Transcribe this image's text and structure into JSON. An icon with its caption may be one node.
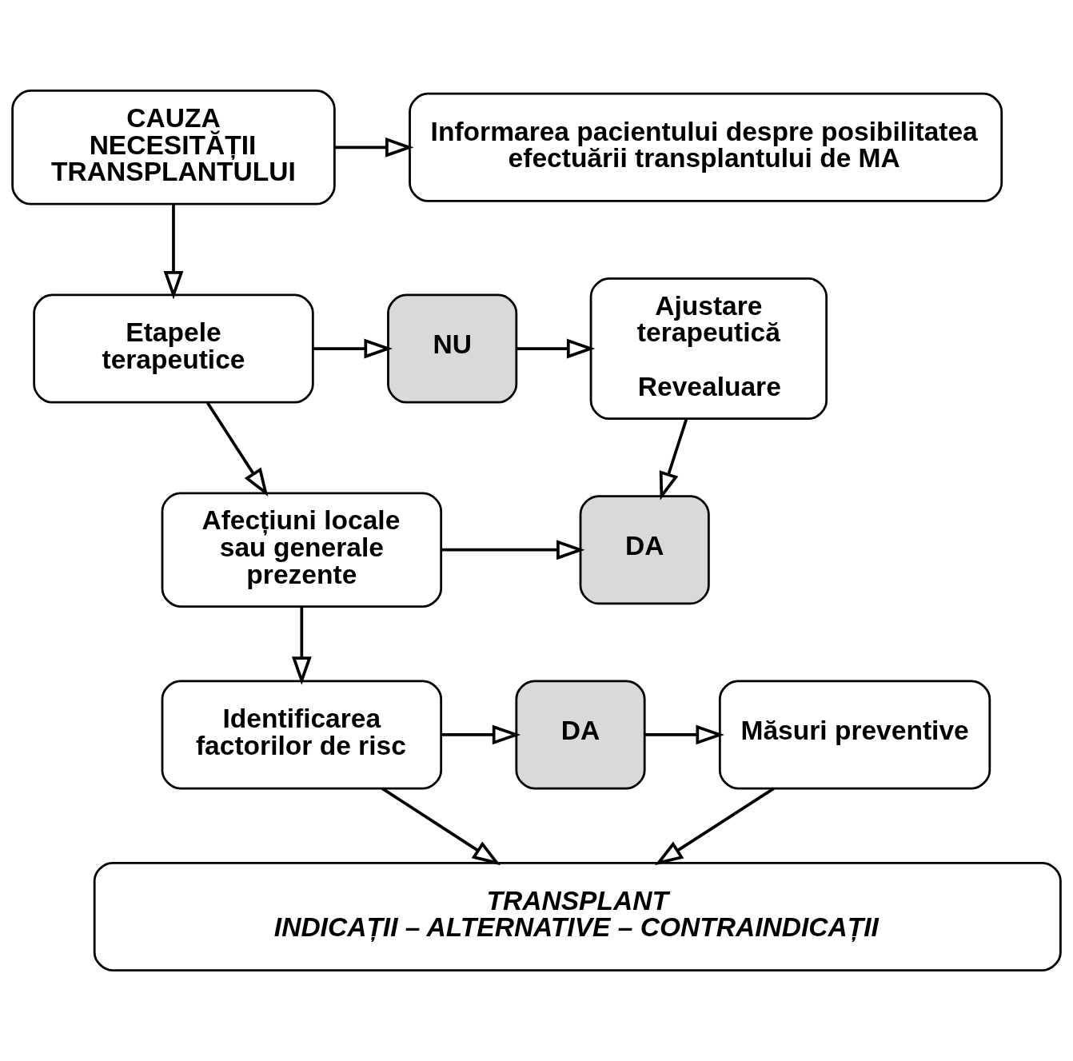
{
  "diagram": {
    "nodes": [
      {
        "text": [
          "CAUZA NECESITĂȚII TRANSPLANTULUI"
        ]
      },
      {
        "text": [
          "Informarea pacientului despre posibilitatea efectuării transplantului de MA"
        ]
      },
      {
        "text": [
          "Etapele terapeutice"
        ]
      },
      {
        "text": [
          "NU"
        ]
      },
      {
        "text": [
          "Ajustare terapeutică",
          "Revealuare"
        ]
      },
      {
        "text": [
          "Afecțiuni locale sau generale prezente"
        ]
      },
      {
        "text": [
          "DA"
        ]
      },
      {
        "text": [
          "Identificarea factorilor de risc"
        ]
      },
      {
        "text": [
          "DA"
        ]
      },
      {
        "text": [
          "Măsuri preventive"
        ]
      },
      {
        "text": [
          "TRANSPLANT",
          "INDICAȚII – ALTERNATIVE – CONTRAINDICAȚII"
        ]
      }
    ],
    "edges": [
      {
        "from": 0,
        "to": 1,
        "arrow": "to"
      },
      {
        "from": 0,
        "to": 2,
        "arrow": "to"
      },
      {
        "from": 2,
        "to": 3,
        "arrow": "to"
      },
      {
        "from": 3,
        "to": 4,
        "arrow": "to"
      },
      {
        "from": 2,
        "to": 5,
        "arrow": "to"
      },
      {
        "from": 5,
        "to": 6,
        "arrow": "to"
      },
      {
        "from": 4,
        "to": 6,
        "arrow": "to"
      },
      {
        "from": 5,
        "to": 7,
        "arrow": "to"
      },
      {
        "from": 7,
        "to": 8,
        "arrow": "to"
      },
      {
        "from": 8,
        "to": 9,
        "arrow": "to"
      },
      {
        "from": 7,
        "to": 10,
        "arrow": "to"
      },
      {
        "from": 9,
        "to": 10,
        "arrow": "to"
      }
    ]
  }
}
